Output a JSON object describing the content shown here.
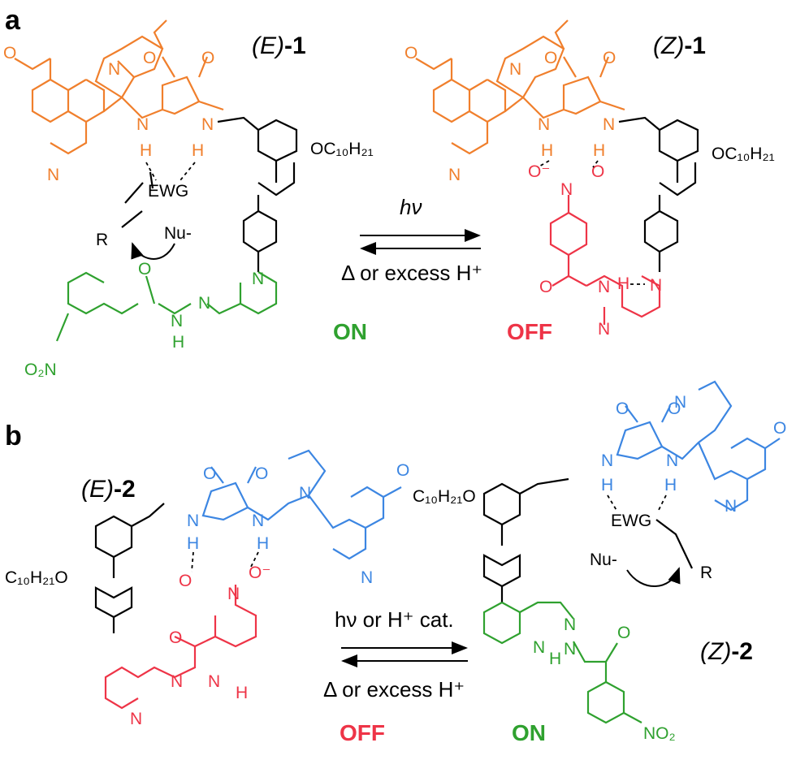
{
  "colors": {
    "black": "#000000",
    "orange": "#F07F2C",
    "red": "#EE3447",
    "green": "#2FA12F",
    "blue": "#3C86E2"
  },
  "panel_a": {
    "letter": "a",
    "left_compound": {
      "prefix": "(E)",
      "number": "-1"
    },
    "right_compound": {
      "prefix": "(Z)",
      "number": "-1"
    },
    "forward_condition": "hν",
    "reverse_condition": "Δ or excess H⁺",
    "left_state": "ON",
    "right_state": "OFF",
    "atoms": {
      "N": "N",
      "H": "H",
      "O": "O",
      "EWG": "EWG",
      "R": "R",
      "Nu": "Nu-",
      "OC10H21": "OC₁₀H₂₁",
      "O2N": "O₂N",
      "Nplus": "N",
      "Ominus": "O⁻",
      "plus": "+"
    }
  },
  "panel_b": {
    "letter": "b",
    "left_compound": {
      "prefix": "(E)",
      "number": "-2"
    },
    "right_compound": {
      "prefix": "(Z)",
      "number": "-2"
    },
    "forward_condition": "hν or H⁺ cat.",
    "reverse_condition": "Δ or excess H⁺",
    "left_state": "OFF",
    "right_state": "ON",
    "atoms": {
      "N": "N",
      "H": "H",
      "O": "O",
      "EWG": "EWG",
      "R": "R",
      "Nu": "Nu-",
      "C10H21O": "C₁₀H₂₁O",
      "NO2": "NO₂",
      "Ominus": "O⁻",
      "plus": "+"
    }
  }
}
